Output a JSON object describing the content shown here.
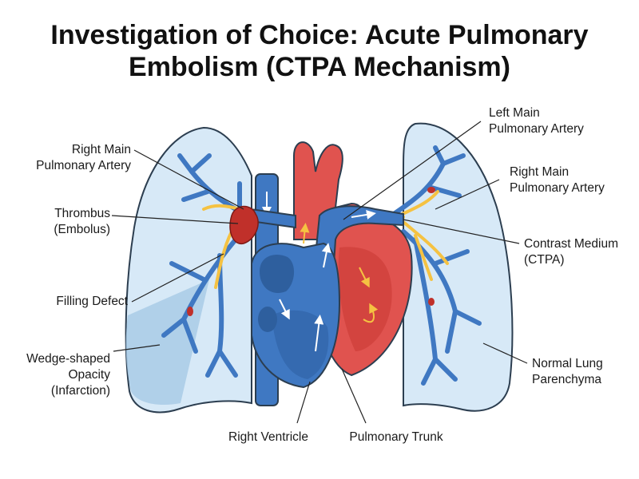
{
  "title": {
    "line1": "Investigation of Choice: Acute Pulmonary",
    "line2": "Embolism (CTPA Mechanism)"
  },
  "labels": {
    "right_main_pa_left": [
      "Right Main",
      "Pulmonary Artery"
    ],
    "thrombus": [
      "Thrombus",
      "(Embolus)"
    ],
    "filling_defect": [
      "Filling Defect"
    ],
    "wedge_opacity": [
      "Wedge-shaped",
      "Opacity",
      "(Infarction)"
    ],
    "right_ventricle": [
      "Right Ventricle"
    ],
    "pulmonary_trunk": [
      "Pulmonary Trunk"
    ],
    "left_main_pa": [
      "Left Main",
      "Pulmonary Artery"
    ],
    "right_main_pa_right": [
      "Right Main",
      "Pulmonary Artery"
    ],
    "contrast_medium": [
      "Contrast Medium",
      "(CTPA)"
    ],
    "normal_lung": [
      "Normal Lung",
      "Parenchyma"
    ]
  },
  "colors": {
    "lung_fill": "#d7e9f7",
    "lung_stroke": "#2c3e50",
    "vessel_blue": "#3f78c2",
    "heart_red": "#e0534f",
    "contrast_yellow": "#f5c242",
    "thrombus_red": "#c0302a",
    "infarct_blue": "#a9cbe6"
  }
}
